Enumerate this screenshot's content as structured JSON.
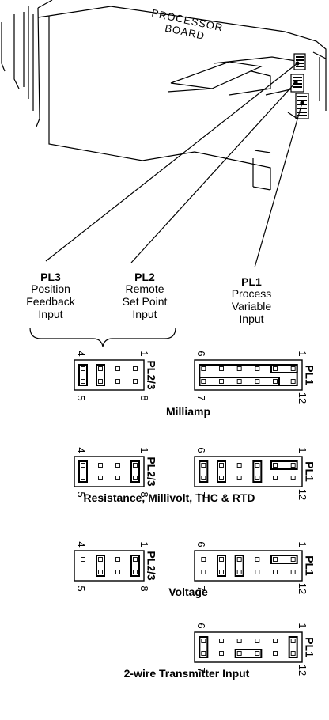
{
  "board_label": [
    "PROCESSOR",
    "BOARD"
  ],
  "inputs": {
    "pl3": {
      "tag": "PL3",
      "lines": [
        "Position",
        "Feedback",
        "Input"
      ]
    },
    "pl2": {
      "tag": "PL2",
      "lines": [
        "Remote",
        "Set Point",
        "Input"
      ]
    },
    "pl1": {
      "tag": "PL1",
      "lines": [
        "Process",
        "Variable",
        "Input"
      ]
    }
  },
  "connectors": {
    "pl23": {
      "label": "PL2/3",
      "pins_top": [
        "4",
        "1"
      ],
      "pins_bottom": [
        "5",
        "8"
      ]
    },
    "pl1": {
      "label": "PL1",
      "pins_top": [
        "6",
        "1"
      ],
      "pins_bottom": [
        "7",
        "12"
      ]
    }
  },
  "configurations": [
    {
      "caption": "Milliamp",
      "pl23": [
        [
          1,
          5
        ],
        [
          0,
          4
        ]
      ],
      "pl1": [
        [
          4,
          5
        ],
        [
          6,
          10
        ],
        [
          0,
          11
        ]
      ]
    },
    {
      "caption": "Resistance, Millivolt, THC & RTD",
      "pl23": [
        [
          3,
          7
        ],
        [
          0,
          4
        ]
      ],
      "pl1": [
        [
          4,
          5
        ],
        [
          3,
          9
        ],
        [
          1,
          7
        ],
        [
          0,
          6
        ]
      ]
    },
    {
      "caption": "Voltage",
      "pl23": [
        [
          3,
          7
        ],
        [
          1,
          5
        ]
      ],
      "pl1": [
        [
          4,
          5
        ],
        [
          2,
          8
        ],
        [
          1,
          7
        ]
      ]
    },
    {
      "caption": "2-wire Transmitter Input",
      "pl1": [
        [
          5,
          11
        ],
        [
          8,
          9
        ],
        [
          0,
          6
        ]
      ]
    }
  ]
}
